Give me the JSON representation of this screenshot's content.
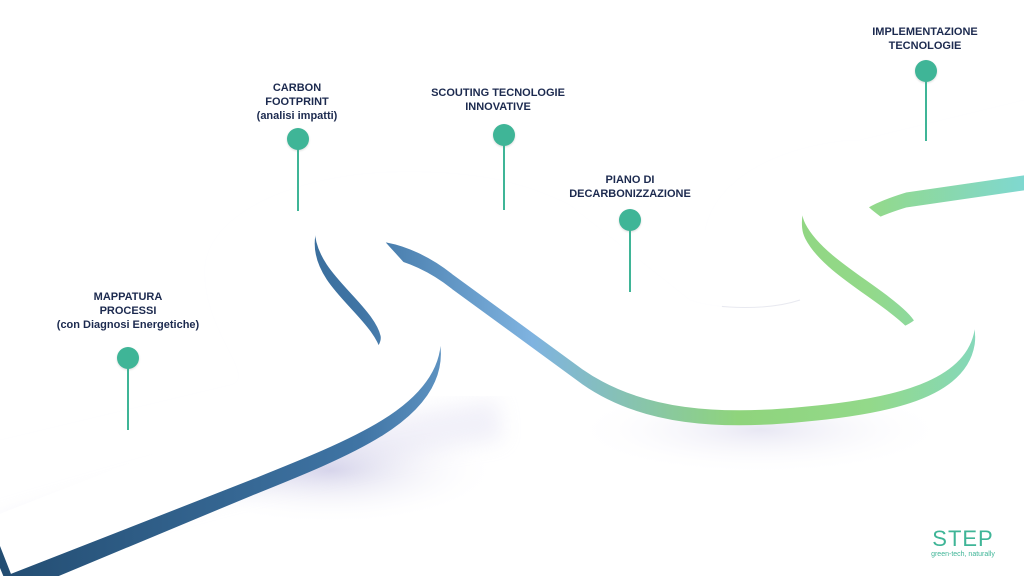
{
  "milestones": [
    {
      "id": "mappatura",
      "lines": [
        "MAPPATURA",
        "PROCESSI",
        "(con Diagnosi Energetiche)"
      ]
    },
    {
      "id": "carbon",
      "lines": [
        "CARBON",
        "FOOTPRINT",
        "(analisi impatti)"
      ]
    },
    {
      "id": "scouting",
      "lines": [
        "SCOUTING TECNOLOGIE",
        "INNOVATIVE"
      ]
    },
    {
      "id": "piano",
      "lines": [
        "PIANO DI",
        "DECARBONIZZAZIONE"
      ]
    },
    {
      "id": "implementazione",
      "lines": [
        "IMPLEMENTAZIONE",
        "TECNOLOGIE"
      ]
    }
  ],
  "colors": {
    "pin": "#3fb597",
    "text": "#1c2a4f",
    "road_side_blue": "#2e5f86",
    "road_side_light_blue": "#7fb3e0",
    "road_side_green": "#8fd47c",
    "road_side_teal": "#7fd8d0"
  },
  "logo": {
    "wordmark": "STEP",
    "tagline": "green-tech, naturally"
  }
}
